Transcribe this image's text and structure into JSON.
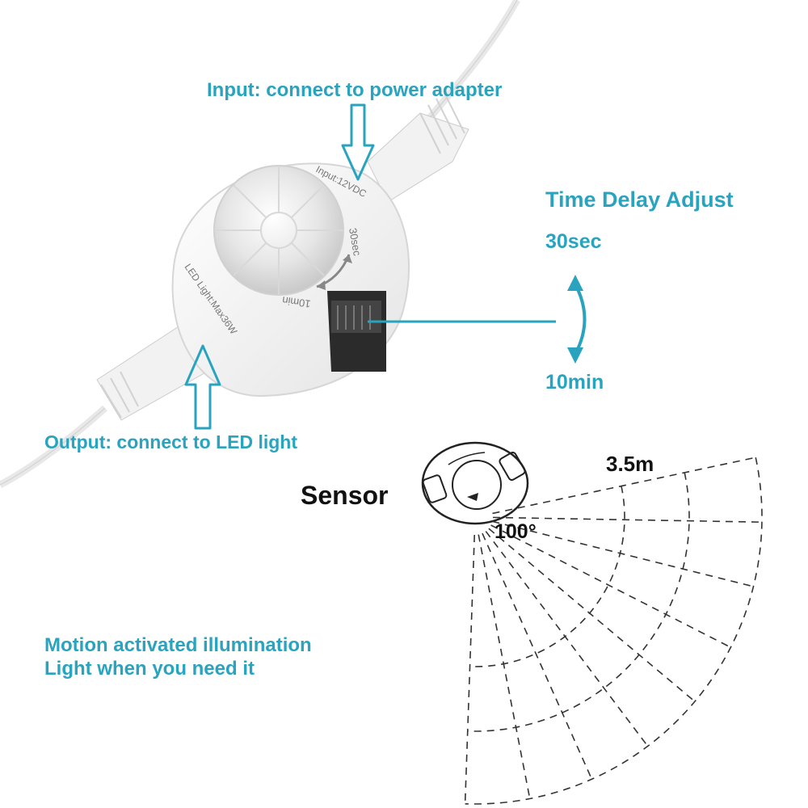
{
  "labels": {
    "input": "Input: connect to power adapter",
    "output": "Output: connect to LED light",
    "delay_title": "Time Delay Adjust",
    "delay_max": "30sec",
    "delay_min": "10min",
    "tagline_line1": "Motion activated illumination",
    "tagline_line2": "Light when you need it",
    "sensor": "Sensor",
    "range": "3.5m",
    "angle": "100°"
  },
  "device": {
    "input_rating": "Input:12VDC",
    "output_rating": "LED Light:Max36W",
    "dial_max": "30sec",
    "dial_min": "10min"
  },
  "colors": {
    "accent": "#2aa3be",
    "device_body": "#f3f3f3",
    "dashes": "#333333"
  }
}
